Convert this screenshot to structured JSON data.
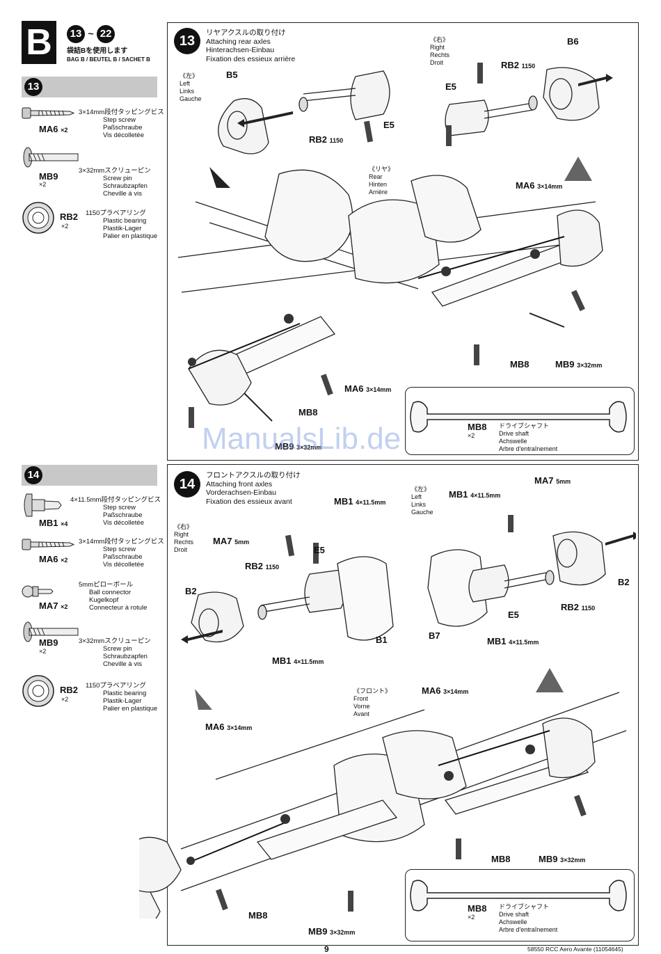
{
  "header": {
    "bag_letter": "B",
    "step_from": "13",
    "step_sep": "~",
    "step_to": "22",
    "bag_jp": "袋詰Bを使用します",
    "bag_langs": "BAG B / BEUTEL B / SACHET B"
  },
  "parts13": {
    "step": "13",
    "items": [
      {
        "code": "MA6",
        "qty": "×2",
        "jp": "3×14mm段付タッピングビス",
        "en": "Step screw",
        "de": "Paßschraube",
        "fr": "Vis décolletée"
      },
      {
        "code": "MB9",
        "qty": "×2",
        "jp": "3×32mmスクリューピン",
        "en": "Screw pin",
        "de": "Schraubzapfen",
        "fr": "Cheville à vis"
      },
      {
        "code": "RB2",
        "qty": "×2",
        "jp": "1150プラベアリング",
        "en": "Plastic bearing",
        "de": "Plastik-Lager",
        "fr": "Palier en plastique"
      }
    ]
  },
  "parts14": {
    "step": "14",
    "items": [
      {
        "code": "MB1",
        "qty": "×4",
        "jp": "4×11.5mm段付タッピングビス",
        "en": "Step screw",
        "de": "Paßschraube",
        "fr": "Vis décolletée"
      },
      {
        "code": "MA6",
        "qty": "×2",
        "jp": "3×14mm段付タッピングビス",
        "en": "Step screw",
        "de": "Paßschraube",
        "fr": "Vis décolletée"
      },
      {
        "code": "MA7",
        "qty": "×2",
        "jp": "5mmピローボール",
        "en": "Ball connector",
        "de": "Kugelkopf",
        "fr": "Connecteur à rotule"
      },
      {
        "code": "MB9",
        "qty": "×2",
        "jp": "3×32mmスクリューピン",
        "en": "Screw pin",
        "de": "Schraubzapfen",
        "fr": "Cheville à vis"
      },
      {
        "code": "RB2",
        "qty": "×2",
        "jp": "1150プラベアリング",
        "en": "Plastic bearing",
        "de": "Plastik-Lager",
        "fr": "Palier en plastique"
      }
    ]
  },
  "step13": {
    "num": "13",
    "title_jp": "リヤアクスルの取り付け",
    "title_en": "Attaching rear axles",
    "title_de": "Hinterachsen-Einbau",
    "title_fr": "Fixation des essieux arrière",
    "left": {
      "jp": "《左》",
      "en": "Left",
      "de": "Links",
      "fr": "Gauche"
    },
    "right": {
      "jp": "《右》",
      "en": "Right",
      "de": "Rechts",
      "fr": "Droit"
    },
    "rear": {
      "jp": "《リヤ》",
      "en": "Rear",
      "de": "Hinten",
      "fr": "Arrière"
    },
    "labels": {
      "b5": "B5",
      "b6": "B6",
      "e5a": "E5",
      "e5b": "E5",
      "rb2a": "RB2",
      "rb2b": "RB2",
      "n1150": "1150",
      "ma6a": "MA6",
      "ma6b": "MA6",
      "size314": "3×14mm",
      "size332": "3×32mm",
      "mb8a": "MB8",
      "mb8b": "MB8",
      "mb9a": "MB9",
      "mb9b": "MB9"
    },
    "driveshaft": {
      "code": "MB8",
      "qty": "×2",
      "jp": "ドライブシャフト",
      "en": "Drive shaft",
      "de": "Achswelle",
      "fr": "Arbre d'entraînement"
    }
  },
  "step14": {
    "num": "14",
    "title_jp": "フロントアクスルの取り付け",
    "title_en": "Attaching front axles",
    "title_de": "Vorderachsen-Einbau",
    "title_fr": "Fixation des essieux avant",
    "left": {
      "jp": "《左》",
      "en": "Left",
      "de": "Links",
      "fr": "Gauche"
    },
    "right": {
      "jp": "《右》",
      "en": "Right",
      "de": "Rechts",
      "fr": "Droit"
    },
    "front": {
      "jp": "《フロント》",
      "en": "Front",
      "de": "Vorne",
      "fr": "Avant"
    },
    "labels": {
      "mb1": "MB1",
      "size4115": "4×11.5mm",
      "ma7": "MA7",
      "size5": "5mm",
      "e5": "E5",
      "b1": "B1",
      "b2": "B2",
      "b7": "B7",
      "rb2": "RB2",
      "n1150": "1150",
      "ma6": "MA6",
      "size314": "3×14mm",
      "mb8": "MB8",
      "mb9": "MB9",
      "size332": "3×32mm"
    },
    "driveshaft": {
      "code": "MB8",
      "qty": "×2",
      "jp": "ドライブシャフト",
      "en": "Drive shaft",
      "de": "Achswelle",
      "fr": "Arbre d'entraînement"
    }
  },
  "watermark": "ManualsLib.de",
  "footer": {
    "page": "9",
    "ref": "58550 RCC Aero Avante (11054645)"
  }
}
